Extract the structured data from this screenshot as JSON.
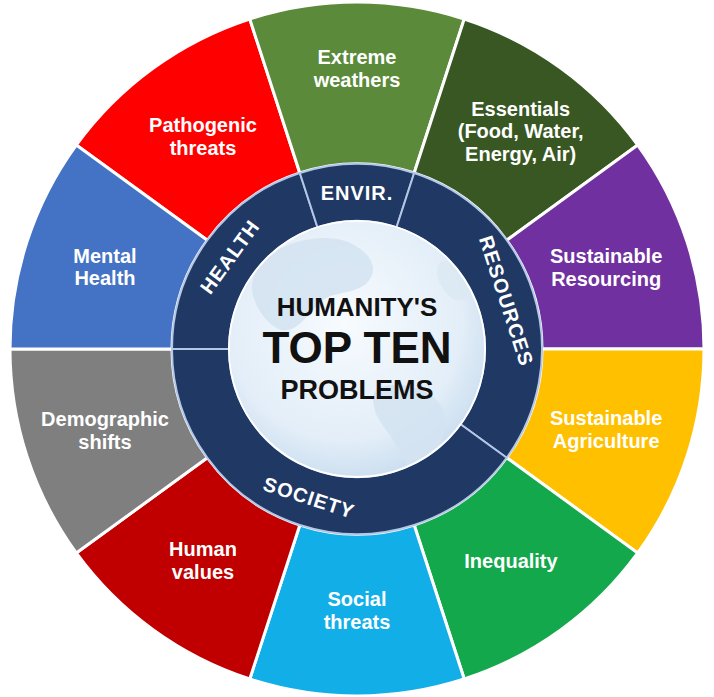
{
  "diagram": {
    "nodes": [
      {
        "text": [
          "HUMANITY'S",
          "TOP TEN",
          "PROBLEMS"
        ]
      },
      {
        "text": [
          "HEALTH"
        ]
      },
      {
        "text": [
          "ENVIR."
        ]
      },
      {
        "text": [
          "RESOURCES"
        ]
      },
      {
        "text": [
          "SOCIETY"
        ]
      },
      {
        "text": [
          "Pathogenic threats"
        ]
      },
      {
        "text": [
          "Extreme weathers"
        ]
      },
      {
        "text": [
          "Essentials (Food, Water, Energy, Air)"
        ]
      },
      {
        "text": [
          "Sustainable Resourcing"
        ]
      },
      {
        "text": [
          "Sustainable Agriculture"
        ]
      },
      {
        "text": [
          "Inequality"
        ]
      },
      {
        "text": [
          "Social threats"
        ]
      },
      {
        "text": [
          "Human values"
        ]
      },
      {
        "text": [
          "Demographic shifts"
        ]
      },
      {
        "text": [
          "Mental Health"
        ]
      }
    ]
  }
}
